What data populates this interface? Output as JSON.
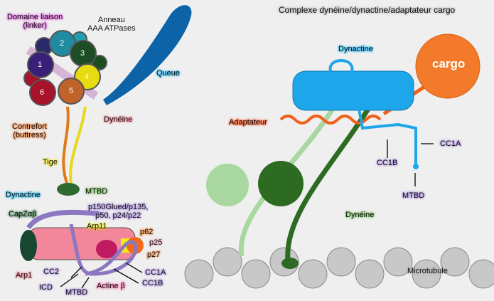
{
  "title": "Complexe dynéine/dynactine/adaptateur cargo",
  "left_dynein": {
    "linker": [
      "Domaine liaison",
      "(linker)"
    ],
    "ring": [
      "Anneau",
      "AAA ATPases"
    ],
    "domains": [
      "1",
      "2",
      "3",
      "4",
      "5",
      "6"
    ],
    "tail": "Queue",
    "dynein": "Dynéine",
    "buttress": [
      "Contrefort",
      "(buttress)"
    ],
    "stalk": "Tige",
    "mtbd": "MTBD"
  },
  "left_dynactin": {
    "dynactin": "Dynactine",
    "capz": "CapZαβ",
    "p150": [
      "p150Glued/p135,",
      "p50, p24/p22"
    ],
    "arp11": "Arp11",
    "p62": "p62",
    "p25": "p25",
    "p27": "p27",
    "arp1": "Arp1",
    "cc2": "CC2",
    "icd": "ICD",
    "mtbd": "MTBD",
    "actin": "Actine β",
    "cc1a": "CC1A",
    "cc1b": "CC1B"
  },
  "complex": {
    "dynactin": "Dynactine",
    "cargo": "cargo",
    "adaptor": "Adaptateur",
    "cc1b": "CC1B",
    "cc1a": "CC1A",
    "mtbd": "MTBD",
    "dynein": "Dynéine",
    "microtubule": "Microtubule"
  }
}
